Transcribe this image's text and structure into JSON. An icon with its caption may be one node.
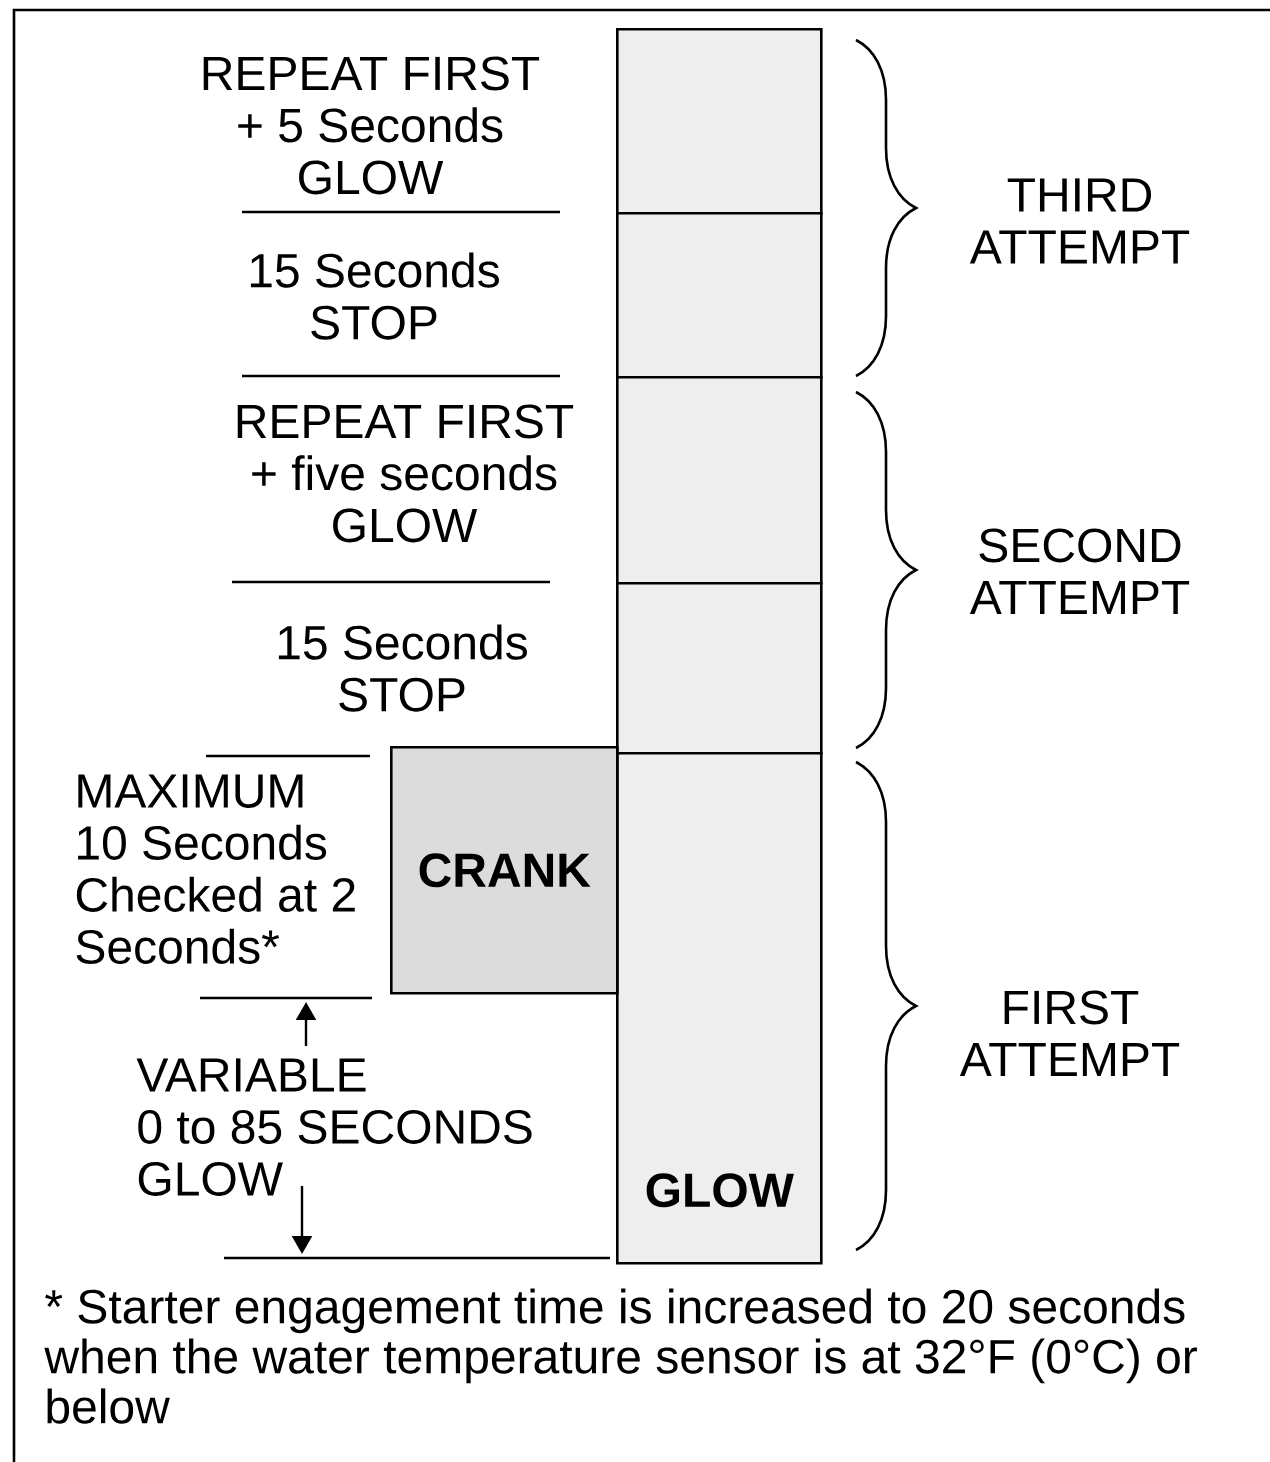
{
  "diagram": {
    "nodes": [
      {
        "text": [],
        "shape": "box"
      },
      {
        "text": [],
        "shape": "box"
      },
      {
        "text": [],
        "shape": "box"
      },
      {
        "text": [],
        "shape": "box"
      },
      {
        "text": [
          "GLOW"
        ]
      },
      {
        "text": [
          "CRANK"
        ]
      }
    ],
    "labels": [
      "REPEAT FIRST + 5 Seconds GLOW",
      "15 Seconds STOP",
      "REPEAT FIRST + five seconds GLOW",
      "15 Seconds STOP",
      "MAXIMUM 10 Seconds Checked at 2 Seconds*",
      "VARIABLE 0 to 85 SECONDS GLOW",
      "THIRD ATTEMPT",
      "SECOND ATTEMPT",
      "FIRST ATTEMPT",
      "* Starter engagement time is increased to 20 seconds when the water temperature sensor is at 32°F (0°C) or below"
    ]
  }
}
